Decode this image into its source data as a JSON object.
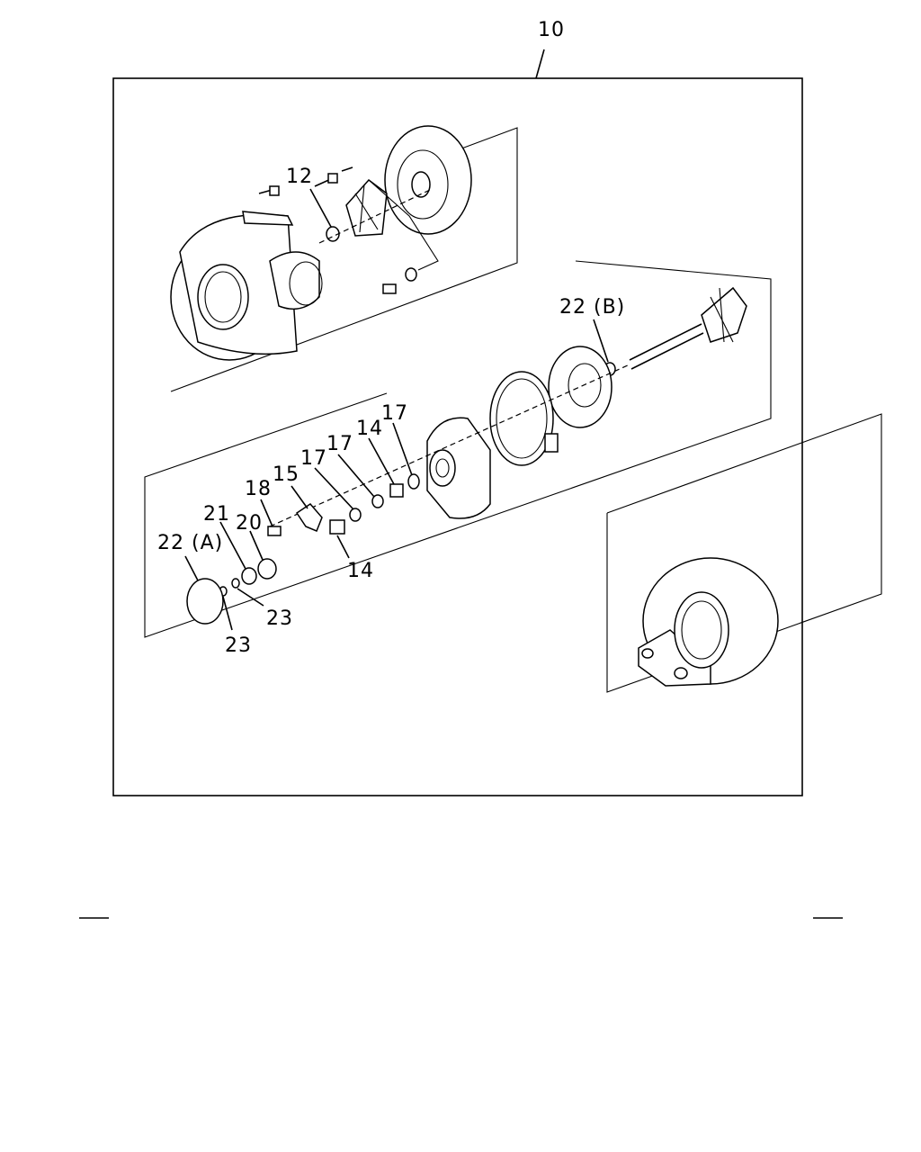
{
  "callouts": {
    "c10": "10",
    "c12": "12",
    "c22b": "22 (B)",
    "c17a": "17",
    "c14a": "14",
    "c17b": "17",
    "c17c": "17",
    "c15": "15",
    "c18": "18",
    "c21": "21",
    "c20": "20",
    "c22a": "22 (A)",
    "c14b": "14",
    "c23a": "23",
    "c23b": "23"
  },
  "colors": {
    "ink": "#000000",
    "paper": "#ffffff"
  }
}
